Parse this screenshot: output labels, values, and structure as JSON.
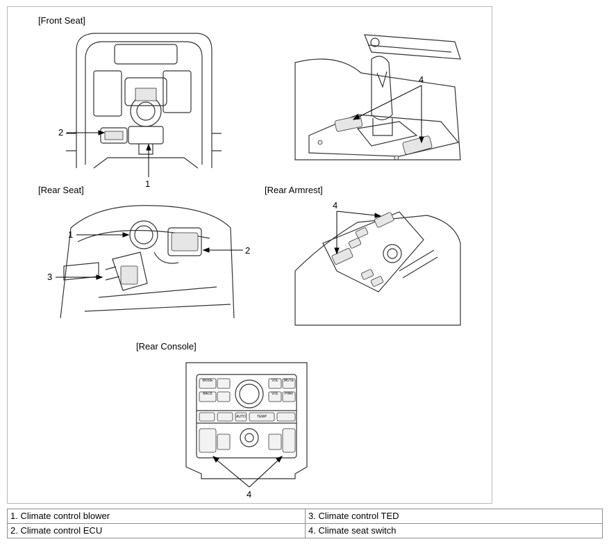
{
  "panels": {
    "front_seat": {
      "caption": "[Front Seat]",
      "callouts": [
        "2",
        "1"
      ]
    },
    "front_console": {
      "callouts": [
        "4"
      ]
    },
    "rear_seat": {
      "caption": "[Rear Seat]",
      "callouts": [
        "1",
        "2",
        "3"
      ]
    },
    "rear_armrest": {
      "caption": "[Rear Armrest]",
      "callouts": [
        "4"
      ]
    },
    "rear_console": {
      "caption": "[Rear Console]",
      "callouts": [
        "4"
      ],
      "buttons": [
        "MODE",
        "VOL",
        "MUTE",
        "BACK",
        "VOL",
        "PWR",
        "AUTO",
        "TEMP"
      ]
    }
  },
  "legend": {
    "rows": [
      [
        "1. Climate control blower",
        "3. Climate control TED"
      ],
      [
        "2. Climate control ECU",
        "4. Climate seat switch"
      ]
    ]
  },
  "colors": {
    "line": "#333333",
    "frame": "#b8b8b8",
    "fill": "#e6e6e6"
  }
}
